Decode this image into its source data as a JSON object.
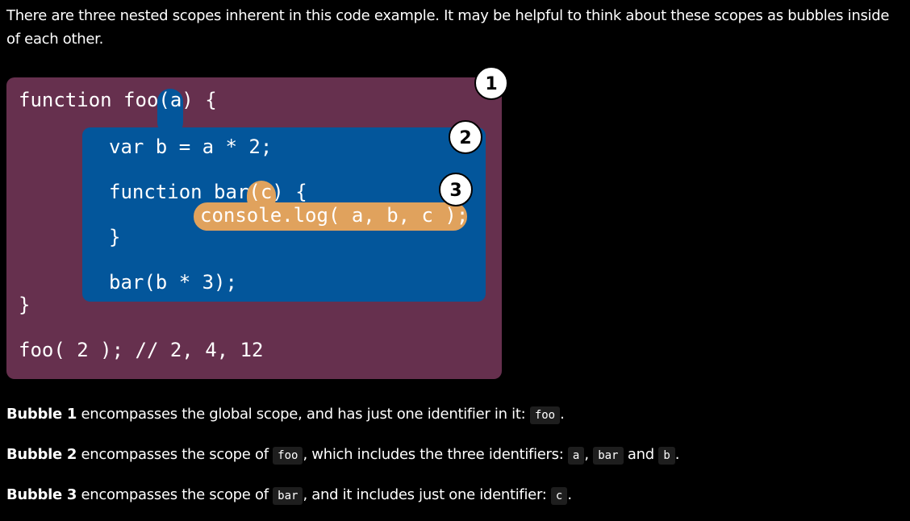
{
  "intro": "There are three nested scopes inherent in this code example. It may be helpful to think about these scopes as bubbles inside of each other.",
  "figure": {
    "badges": [
      "1",
      "2",
      "3"
    ],
    "code": {
      "line_foo_start": "function foo(a) {",
      "line_var": "var b = a * 2;",
      "line_bar_start": "function bar(c) {",
      "line_console": "console.log( a, b, c );",
      "line_bar_end": "}",
      "line_bar_call": "bar(b * 3);",
      "line_foo_end": "}",
      "line_foo_call": "foo( 2 ); // 2, 4, 12"
    },
    "colors": {
      "bubble1": "#66304e",
      "bubble2": "#03569b",
      "bubble3": "#e0a25d"
    }
  },
  "descriptions": [
    {
      "label": "Bubble 1",
      "text1": " encompasses the global scope, and has just one identifier in it: ",
      "code1": "foo",
      "text2": "."
    },
    {
      "label": "Bubble 2",
      "text1": " encompasses the scope of ",
      "code1": "foo",
      "text2": ", which includes the three identifiers: ",
      "code2": "a",
      "text3": ", ",
      "code3": "bar",
      "text4": " and ",
      "code4": "b",
      "text5": "."
    },
    {
      "label": "Bubble 3",
      "text1": " encompasses the scope of ",
      "code1": "bar",
      "text2": ", and it includes just one identifier: ",
      "code2": "c",
      "text3": "."
    }
  ]
}
